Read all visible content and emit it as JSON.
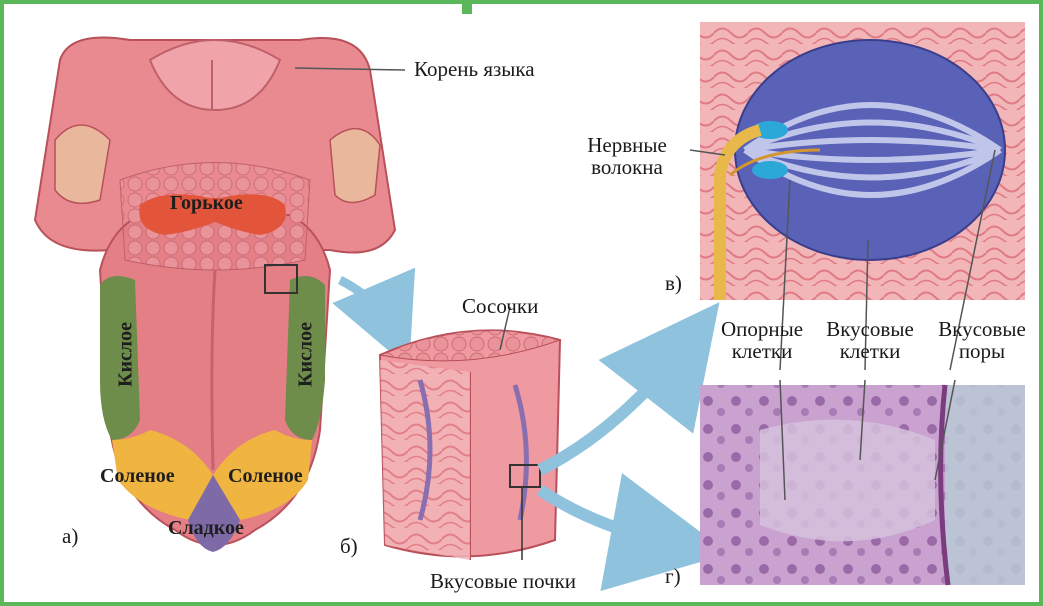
{
  "labels": {
    "root": "Корень языка",
    "nerve_fibers_1": "Нервные",
    "nerve_fibers_2": "волокна",
    "papillae": "Сосочки",
    "taste_buds": "Вкусовые почки",
    "support_cells_1": "Опорные",
    "support_cells_2": "клетки",
    "taste_cells_1": "Вкусовые",
    "taste_cells_2": "клетки",
    "taste_pores_1": "Вкусовые",
    "taste_pores_2": "поры"
  },
  "zones": {
    "bitter": "Горькое",
    "sour_left": "Кислое",
    "sour_right": "Кислое",
    "salty_left": "Соленое",
    "salty_right": "Соленое",
    "sweet": "Сладкое"
  },
  "panels": {
    "a": "а)",
    "b": "б)",
    "v": "в)",
    "g": "г)"
  },
  "colors": {
    "frame": "#5bb85a",
    "tongue": "#e47f86",
    "bitter": "#e2553a",
    "sour": "#6e8c4a",
    "salty": "#f0b440",
    "sweet": "#7d6aa6",
    "arrow": "#8fc3dd"
  }
}
